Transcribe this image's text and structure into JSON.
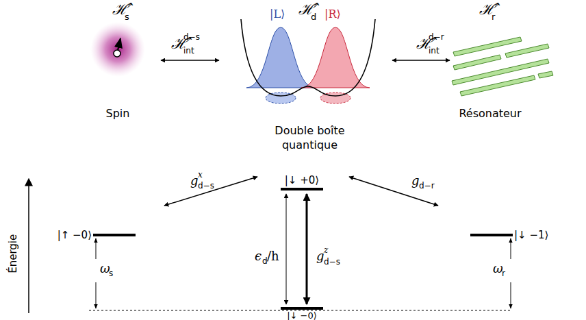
{
  "diagram": {
    "nodes": [
      {
        "text": [
          "Spin"
        ]
      },
      {
        "text": [
          "Double boîte quantique"
        ]
      },
      {
        "text": [
          "Résonateur"
        ]
      },
      {
        "text": [
          "|↑ −0⟩"
        ]
      },
      {
        "text": [
          "|↓ +0⟩"
        ]
      },
      {
        "text": [
          "|↓ −1⟩"
        ]
      },
      {
        "text": [
          "|↓ −0⟩"
        ]
      }
    ],
    "edges": [
      {
        "from": 0,
        "to": 1,
        "arrow": "both"
      },
      {
        "from": 1,
        "to": 2,
        "arrow": "both"
      },
      {
        "from": 3,
        "to": 4,
        "label": "g",
        "arrow": "both"
      },
      {
        "from": 4,
        "to": 5,
        "label": "g",
        "arrow": "both"
      },
      {
        "from": 4,
        "to": 6,
        "label": "g",
        "arrow": "both"
      },
      {
        "from": 4,
        "to": 6,
        "label": "ϵ",
        "arrow": "both"
      }
    ],
    "labels": [
      "ℋ̂",
      "s",
      "ℋ̂",
      "d",
      "ℋ̂",
      "r",
      "ℋ̂",
      "int",
      "d−s",
      "ℋ̂",
      "int",
      "d−r",
      "|L⟩",
      "|R⟩",
      "Énergie",
      "x",
      "d−s",
      "d−r",
      "z",
      "d−s",
      "d",
      "/h",
      "ω",
      "s",
      "ω",
      "r"
    ]
  }
}
